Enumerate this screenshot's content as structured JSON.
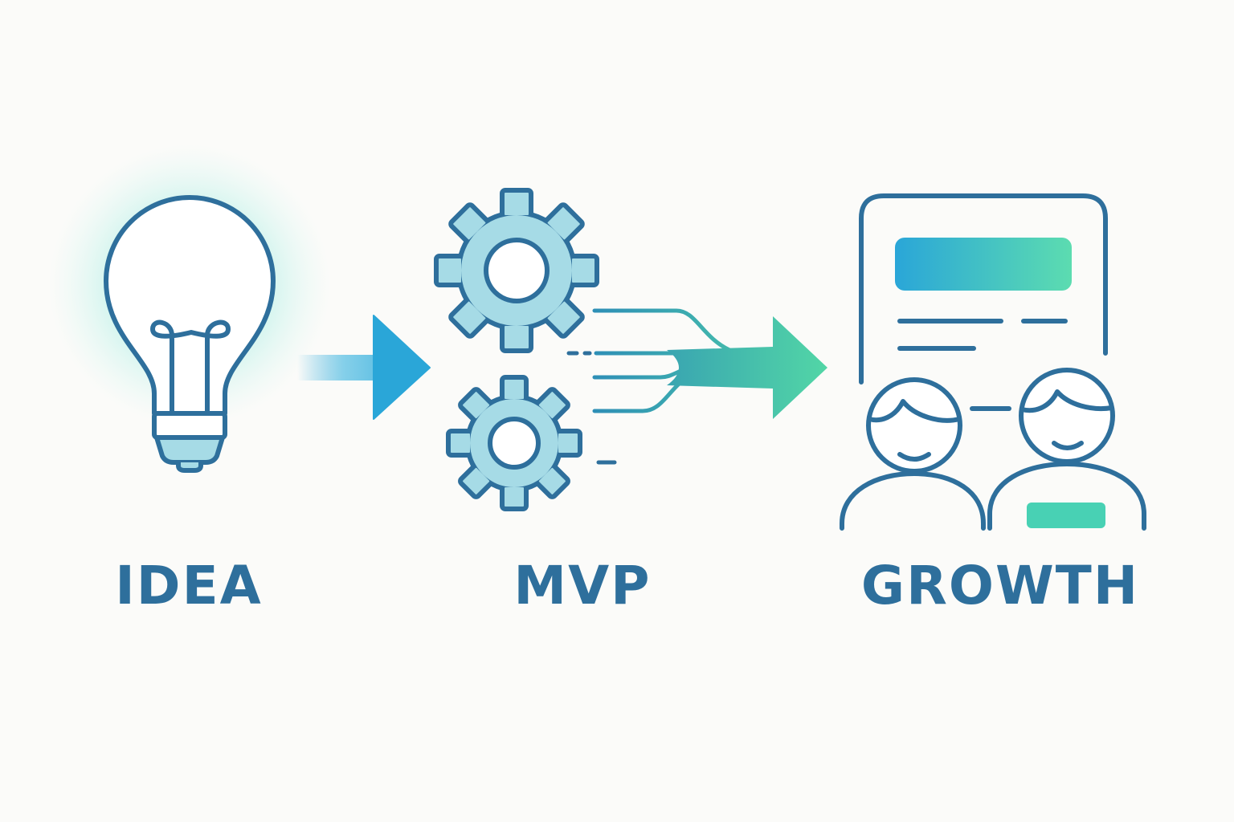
{
  "colors": {
    "background": "#fbfbf9",
    "outline": "#2e6f9c",
    "gear_fill": "#a6dbe6",
    "bulb_glow": "#5fe3cf",
    "gradient_start": "#2aa6d8",
    "gradient_end": "#52d6a6"
  },
  "stages": [
    {
      "id": "idea",
      "label": "IDEA",
      "icon": "lightbulb-icon"
    },
    {
      "id": "mvp",
      "label": "MVP",
      "icon": "gears-icon"
    },
    {
      "id": "growth",
      "label": "GROWTH",
      "icon": "users-dashboard-icon"
    }
  ],
  "connectors": [
    {
      "from": "idea",
      "to": "mvp",
      "icon": "arrow-right-icon"
    },
    {
      "from": "mvp",
      "to": "growth",
      "icon": "merging-arrow-icon"
    }
  ]
}
